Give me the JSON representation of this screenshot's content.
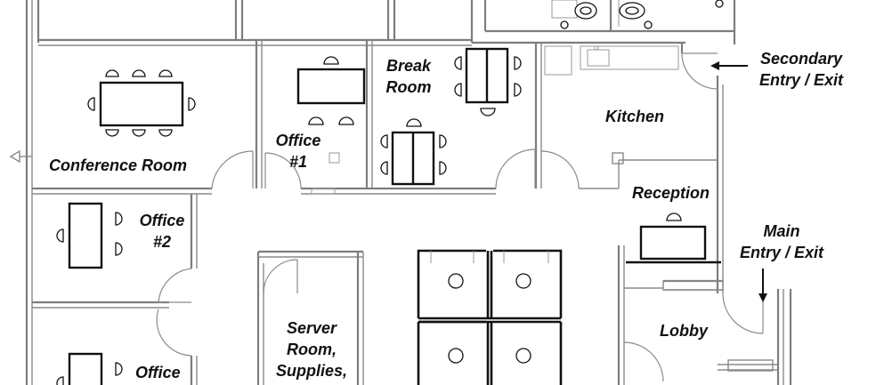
{
  "rooms": {
    "conference": "Conference Room",
    "office1": [
      "Office",
      "#1"
    ],
    "break_room": [
      "Break",
      "Room"
    ],
    "kitchen": "Kitchen",
    "reception": "Reception",
    "office2": [
      "Office",
      "#2"
    ],
    "office3": "Office",
    "server": [
      "Server",
      "Room,",
      "Supplies,"
    ],
    "lobby": "Lobby"
  },
  "entries": {
    "secondary": [
      "Secondary",
      "Entry / Exit"
    ],
    "main": [
      "Main",
      "Entry / Exit"
    ]
  }
}
